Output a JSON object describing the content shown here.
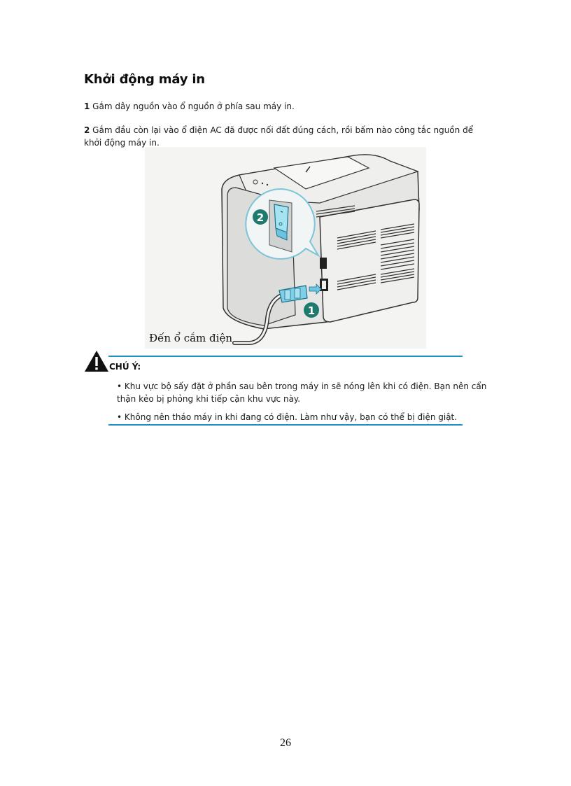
{
  "page": {
    "title": "Khởi động máy in",
    "steps": [
      {
        "number": "1",
        "text": " Gắm dây nguồn vào ổ nguồn ở phía sau máy in."
      },
      {
        "number": "2",
        "text": " Gắm đầu còn lại vào ổ điện AC đã được nối đất đúng cách, rồi bấm nào công tắc nguồn để khởi động máy in."
      }
    ],
    "figure": {
      "caption": "Đến ổ cắm điện",
      "callouts": [
        "1",
        "2"
      ],
      "accent_color": "#1f7a6e"
    },
    "note": {
      "icon": "warning-triangle-icon",
      "label": "CHÚ Ý:",
      "items": [
        "• Khu vực bộ sấy đặt ở phần sau bên trong máy in sẽ nóng lên khi có điện. Bạn nên cẩn thận kẻo bị phỏng khi tiếp cận khu vực này.",
        "• Không nên tháo máy in khi đang có điện. Làm như vậy, bạn có thể bị điện giật."
      ],
      "rule_color": "#1e8fc8"
    },
    "page_number": "26"
  }
}
